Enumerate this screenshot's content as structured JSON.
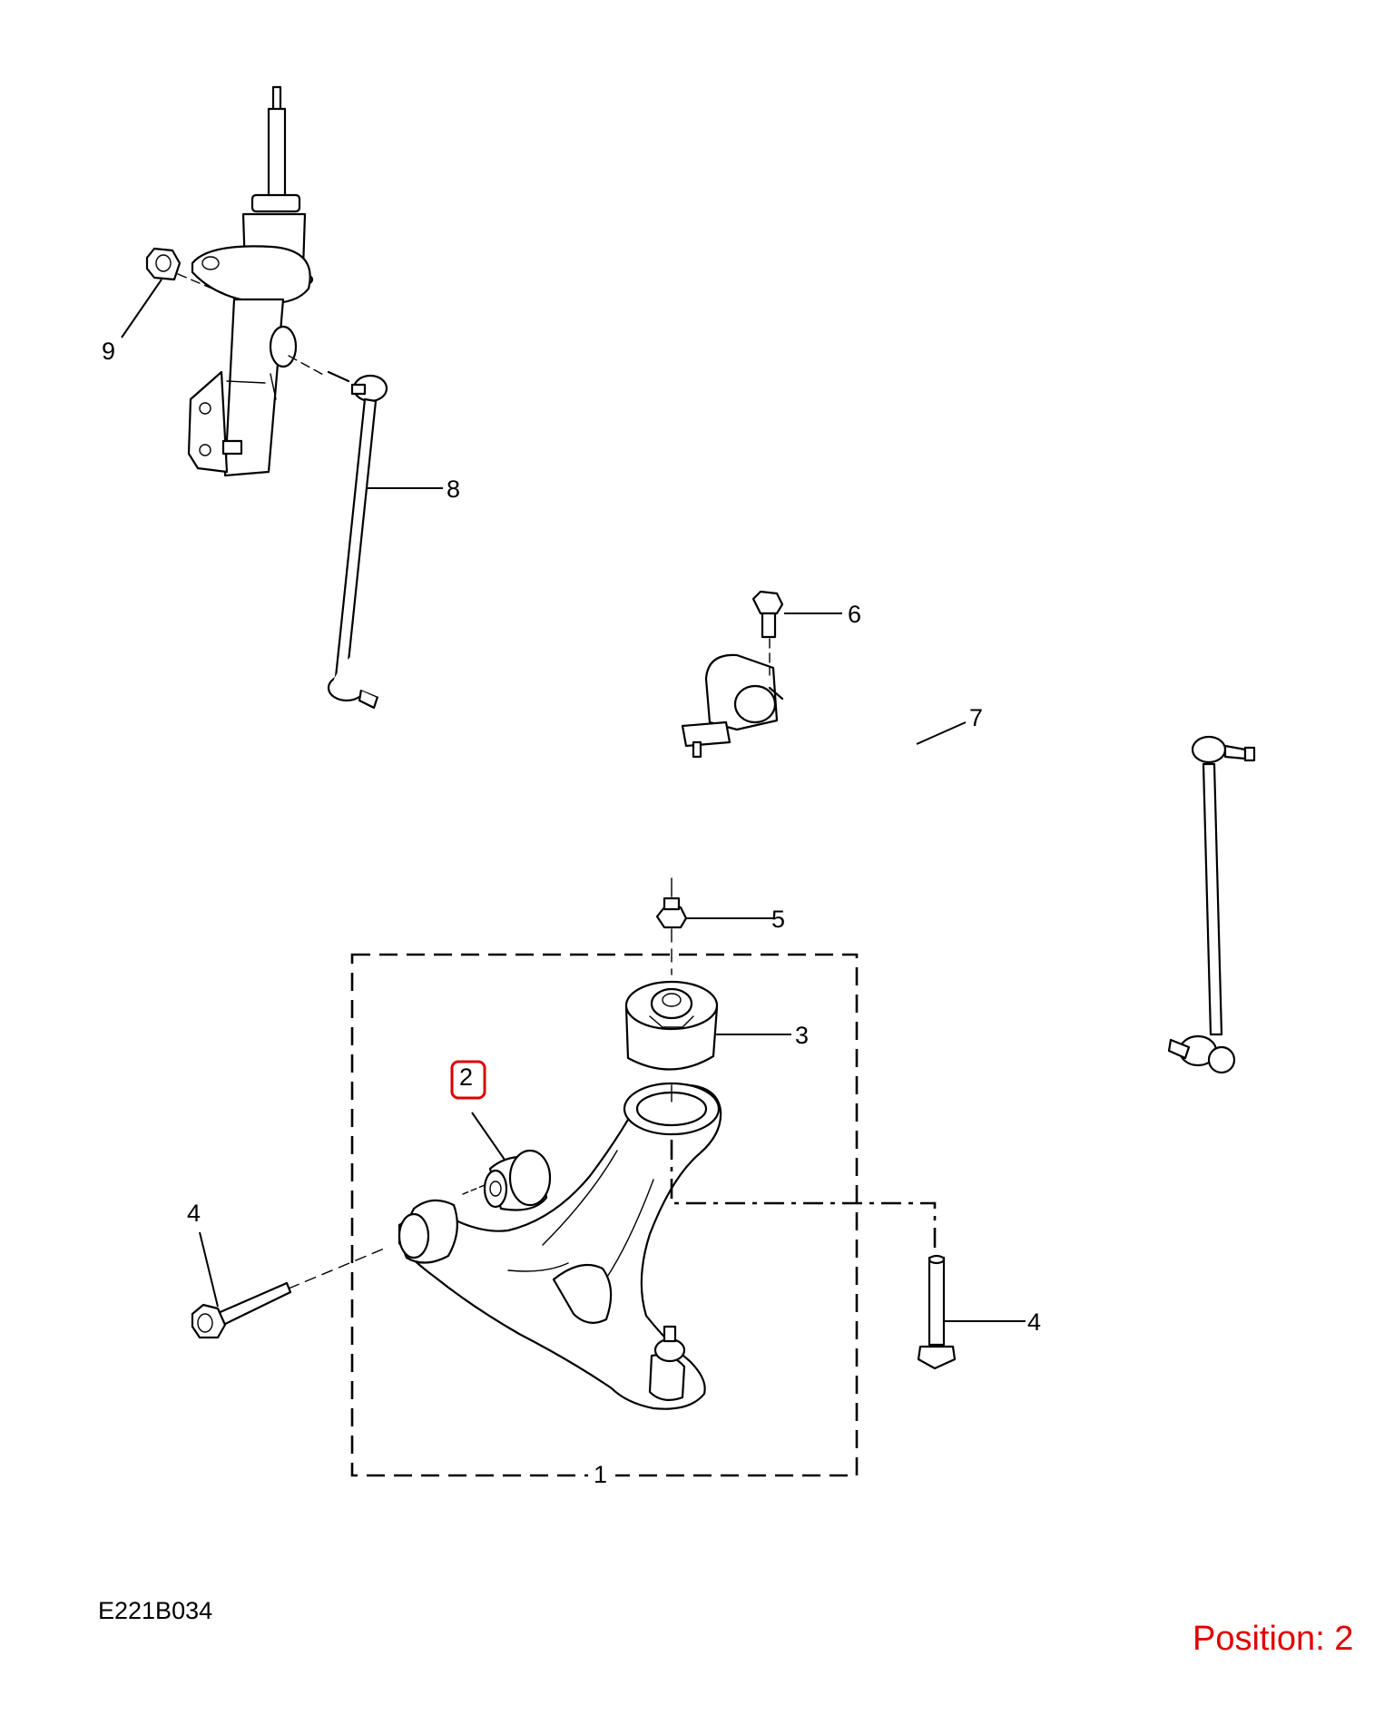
{
  "diagram": {
    "callouts": [
      {
        "id": "1",
        "label": "1"
      },
      {
        "id": "2",
        "label": "2"
      },
      {
        "id": "3",
        "label": "3"
      },
      {
        "id": "4a",
        "label": "4"
      },
      {
        "id": "4b",
        "label": "4"
      },
      {
        "id": "5",
        "label": "5"
      },
      {
        "id": "6",
        "label": "6"
      },
      {
        "id": "7",
        "label": "7"
      },
      {
        "id": "8",
        "label": "8"
      },
      {
        "id": "9",
        "label": "9"
      }
    ],
    "highlighted_callout": "2",
    "drawing_code": "E221B034",
    "position_text": "Position: 2",
    "colors": {
      "highlight": "#e00000",
      "line": "#000000",
      "background": "#ffffff"
    }
  }
}
